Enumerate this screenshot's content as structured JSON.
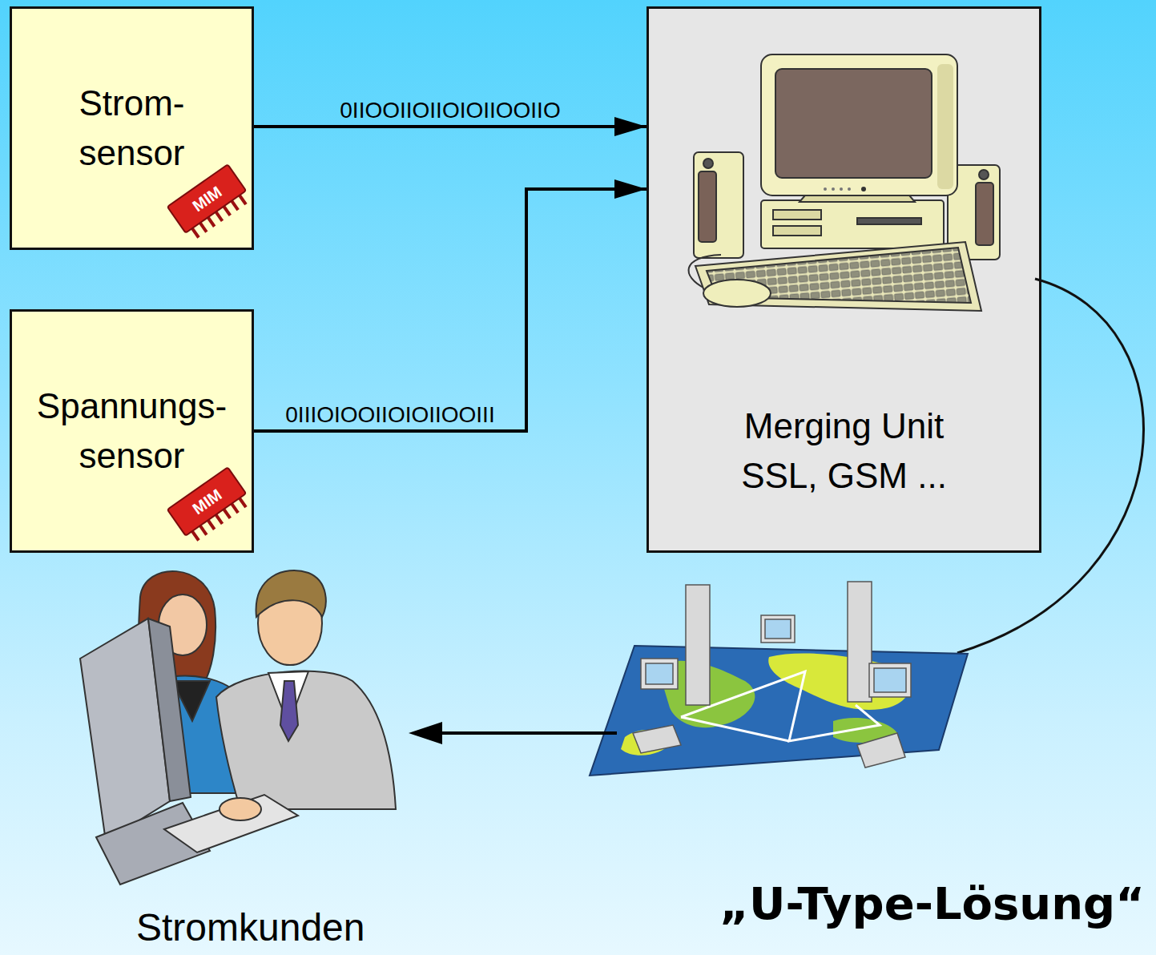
{
  "diagram": {
    "title": "„U-Type-Lösung“",
    "nodes": [
      {
        "text": [
          "Strom- sensor"
        ]
      },
      {
        "text": [
          "Spannungs- sensor"
        ]
      },
      {
        "text": [
          "Merging Unit SSL, GSM ..."
        ]
      }
    ],
    "edges": [
      {
        "from": 0,
        "to": 2,
        "arrow": "to",
        "label": "0IIOOIIOIIOIOIIOOIIO"
      },
      {
        "from": 1,
        "to": 2,
        "arrow": "to",
        "label": "0IIIOIOOIIOIOIIOOIII"
      }
    ],
    "labels": [
      "MIM",
      "MIM",
      "Stromkunden"
    ]
  }
}
